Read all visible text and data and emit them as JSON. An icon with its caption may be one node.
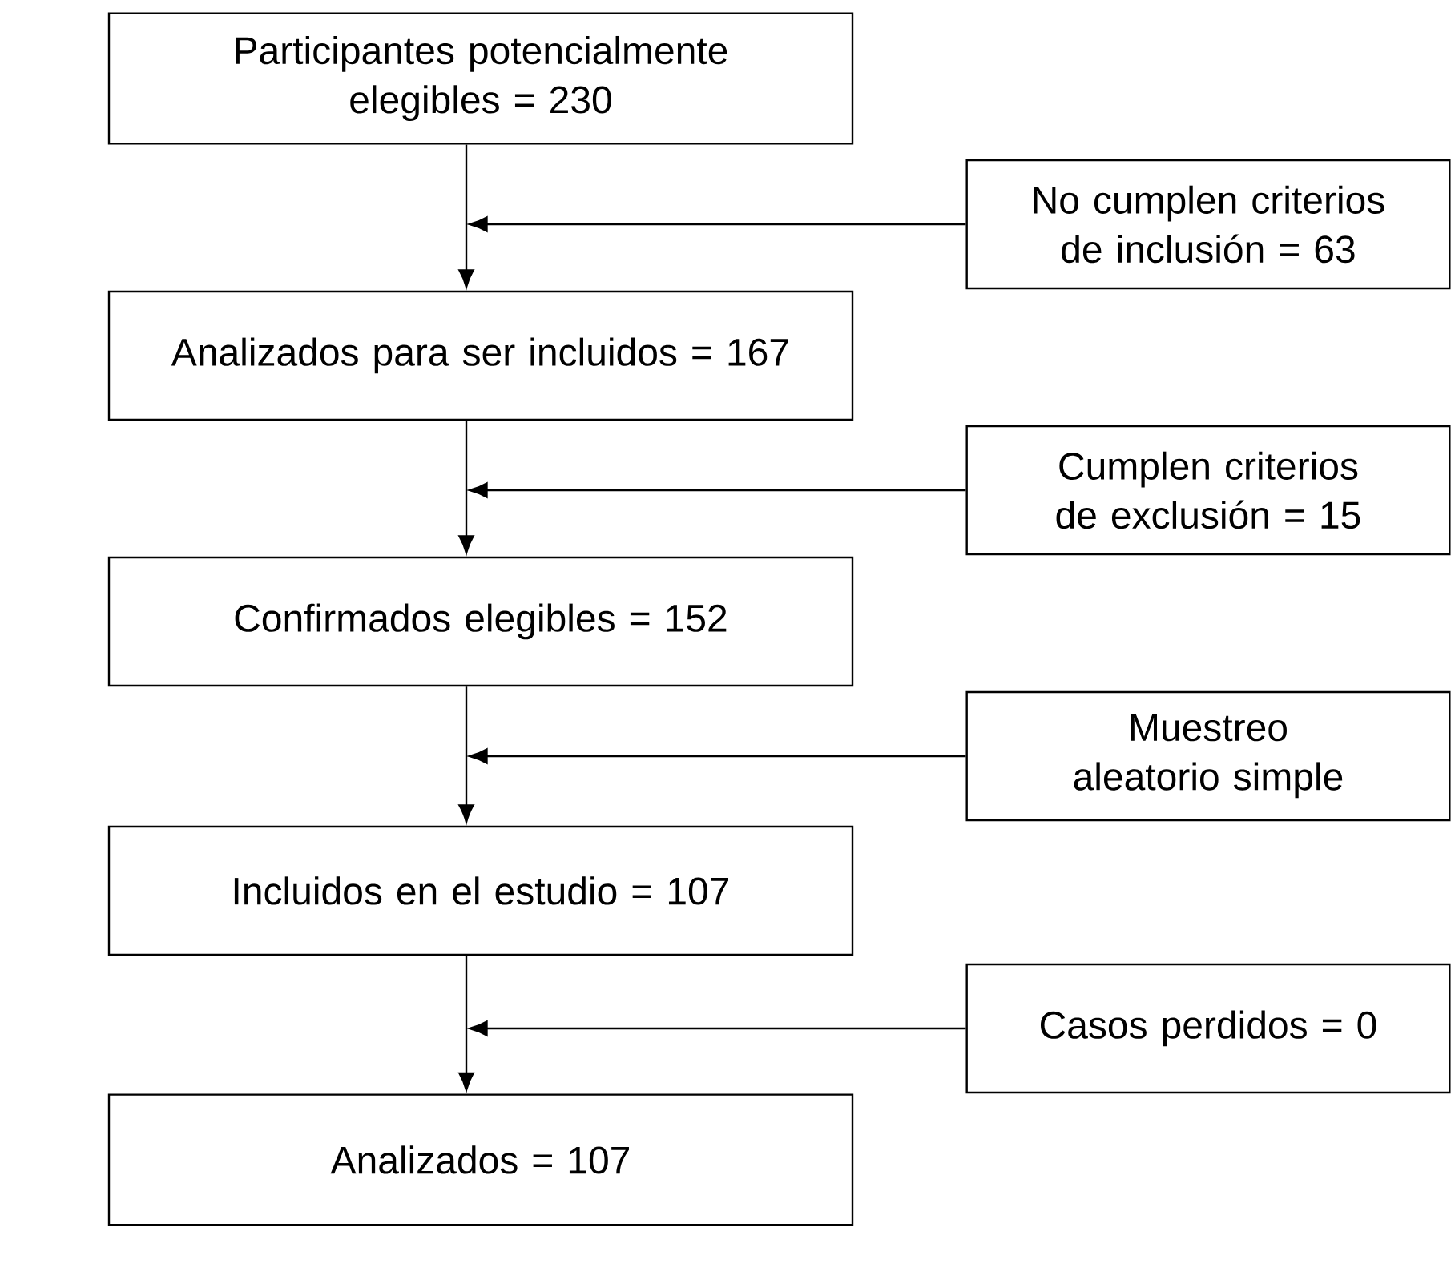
{
  "diagram": {
    "nodes": [
      {
        "text": [
          "Participantes potencialmente elegibles = 230"
        ]
      },
      {
        "text": [
          "No cumplen criterios de inclusión = 63"
        ]
      },
      {
        "text": [
          "Analizados para ser incluidos = 167"
        ]
      },
      {
        "text": [
          "Cumplen criterios de exclusión = 15"
        ]
      },
      {
        "text": [
          "Confirmados elegibles = 152"
        ]
      },
      {
        "text": [
          "Muestreo aleatorio simple"
        ]
      },
      {
        "text": [
          "Incluidos en el estudio = 107"
        ]
      },
      {
        "text": [
          "Casos perdidos = 0"
        ]
      },
      {
        "text": [
          "Analizados = 107"
        ]
      }
    ],
    "edges": [
      {
        "from": 0,
        "to": 2,
        "arrow": "to"
      },
      {
        "from": 1,
        "to": null,
        "arrow": "to"
      },
      {
        "from": 2,
        "to": 4,
        "arrow": "to"
      },
      {
        "from": 3,
        "to": null,
        "arrow": "to"
      },
      {
        "from": 4,
        "to": 6,
        "arrow": "to"
      },
      {
        "from": 5,
        "to": null,
        "arrow": "to"
      },
      {
        "from": 6,
        "to": 8,
        "arrow": "to"
      },
      {
        "from": 7,
        "to": null,
        "arrow": "to"
      }
    ]
  }
}
